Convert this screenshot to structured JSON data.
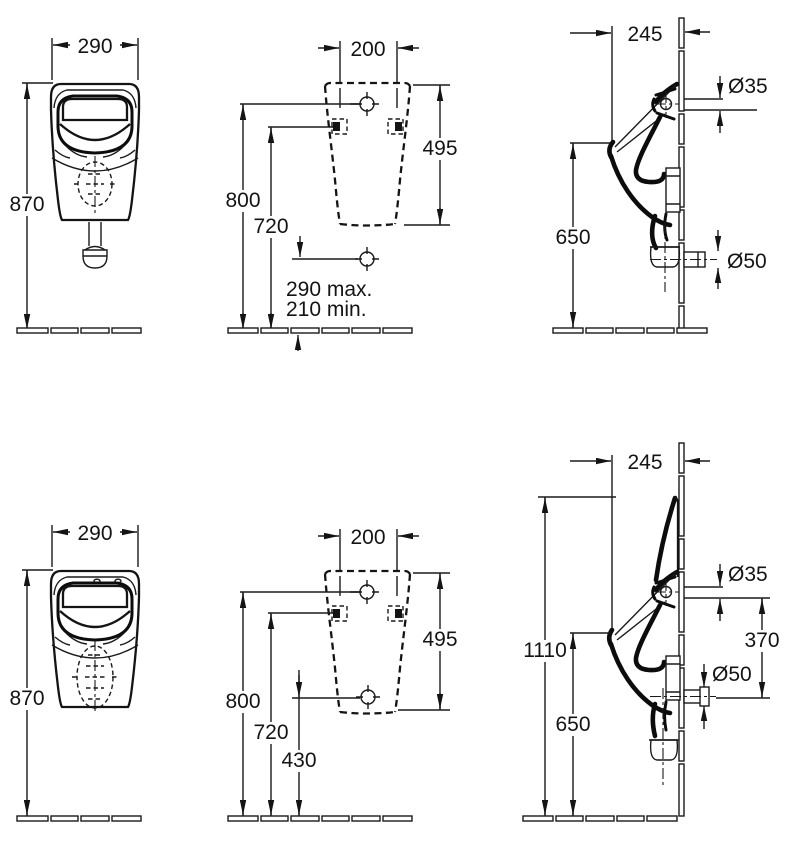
{
  "views": {
    "top_front": {
      "width": "290",
      "height": "870"
    },
    "top_rear": {
      "width": "200",
      "height_495": "495",
      "height_800": "800",
      "height_720": "720",
      "note_max": "290 max.",
      "note_min": "210 min."
    },
    "top_side": {
      "depth": "245",
      "dia_inlet": "Ø35",
      "dia_outlet": "Ø50",
      "height_650": "650"
    },
    "bottom_front": {
      "width": "290",
      "height": "870"
    },
    "bottom_rear": {
      "width": "200",
      "height_495": "495",
      "height_800": "800",
      "height_720": "720",
      "height_430": "430"
    },
    "bottom_side": {
      "depth": "245",
      "dia_inlet": "Ø35",
      "dia_outlet": "Ø50",
      "height_650": "650",
      "height_1110": "1110",
      "height_370": "370"
    }
  }
}
